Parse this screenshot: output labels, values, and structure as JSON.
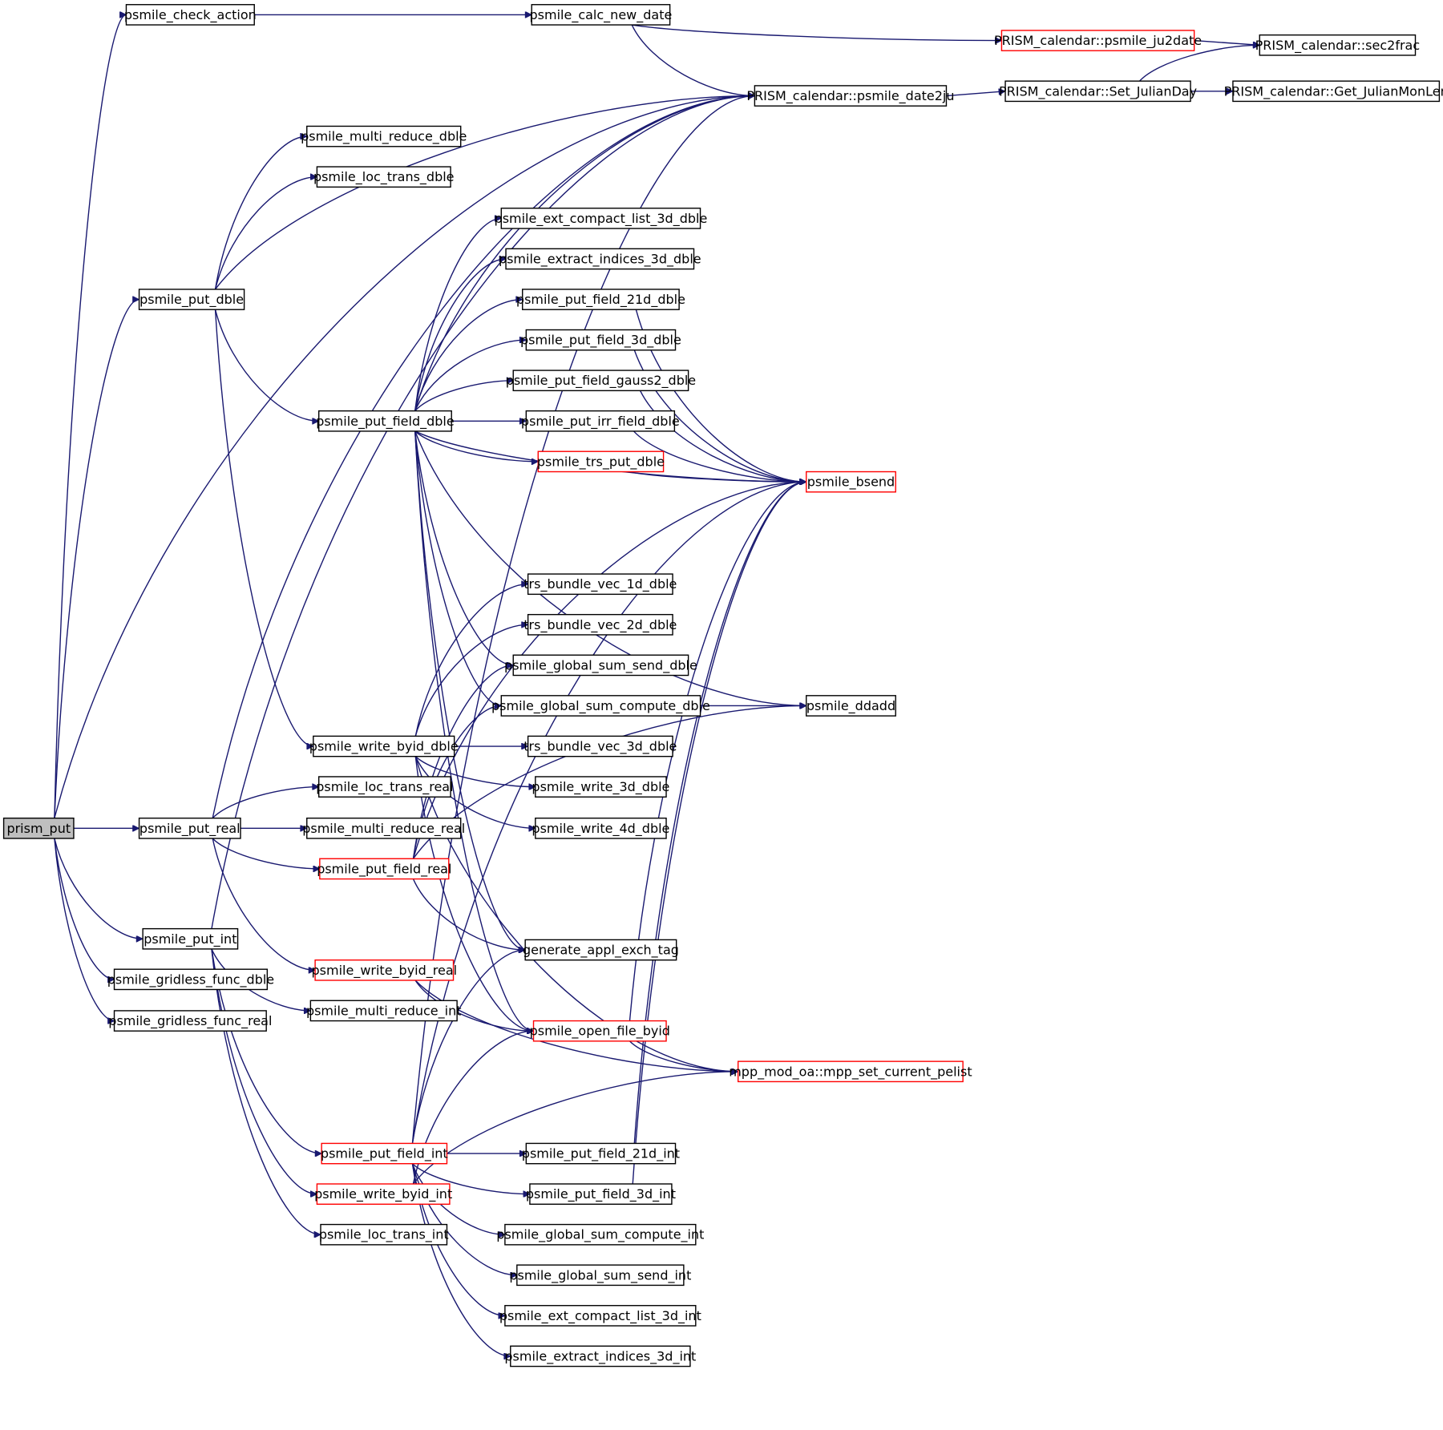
{
  "colors": {
    "edge": "#191970",
    "node_border": "#000000",
    "incomplete_border": "#ff0000",
    "highlight_fill": "#bfbfbf"
  },
  "graph": {
    "nodes": [
      {
        "id": "prism_put",
        "label": "prism_put",
        "style": "highlight"
      },
      {
        "id": "psmile_check_action",
        "label": "psmile_check_action",
        "style": "normal"
      },
      {
        "id": "psmile_calc_new_date",
        "label": "psmile_calc_new_date",
        "style": "normal"
      },
      {
        "id": "psmile_ju2date",
        "label": "PRISM_calendar::psmile_ju2date",
        "style": "incomplete"
      },
      {
        "id": "sec2frac",
        "label": "PRISM_calendar::sec2frac",
        "style": "normal"
      },
      {
        "id": "psmile_date2ju",
        "label": "PRISM_calendar::psmile_date2ju",
        "style": "normal"
      },
      {
        "id": "set_julianday",
        "label": "PRISM_calendar::Set_JulianDay",
        "style": "normal"
      },
      {
        "id": "get_julianmonlen",
        "label": "PRISM_calendar::Get_JulianMonLen",
        "style": "normal"
      },
      {
        "id": "psmile_multi_reduce_dble",
        "label": "psmile_multi_reduce_dble",
        "style": "normal"
      },
      {
        "id": "psmile_loc_trans_dble",
        "label": "psmile_loc_trans_dble",
        "style": "normal"
      },
      {
        "id": "psmile_ext_compact_list_3d_dble",
        "label": "psmile_ext_compact_list_3d_dble",
        "style": "normal"
      },
      {
        "id": "psmile_extract_indices_3d_dble",
        "label": "psmile_extract_indices_3d_dble",
        "style": "normal"
      },
      {
        "id": "psmile_put_dble",
        "label": "psmile_put_dble",
        "style": "normal"
      },
      {
        "id": "psmile_put_field_21d_dble",
        "label": "psmile_put_field_21d_dble",
        "style": "normal"
      },
      {
        "id": "psmile_put_field_3d_dble",
        "label": "psmile_put_field_3d_dble",
        "style": "normal"
      },
      {
        "id": "psmile_put_field_gauss2_dble",
        "label": "psmile_put_field_gauss2_dble",
        "style": "normal"
      },
      {
        "id": "psmile_put_field_dble",
        "label": "psmile_put_field_dble",
        "style": "normal"
      },
      {
        "id": "psmile_put_irr_field_dble",
        "label": "psmile_put_irr_field_dble",
        "style": "normal"
      },
      {
        "id": "psmile_trs_put_dble",
        "label": "psmile_trs_put_dble",
        "style": "incomplete"
      },
      {
        "id": "psmile_bsend",
        "label": "psmile_bsend",
        "style": "incomplete"
      },
      {
        "id": "trs_bundle_vec_1d_dble",
        "label": "trs_bundle_vec_1d_dble",
        "style": "normal"
      },
      {
        "id": "trs_bundle_vec_2d_dble",
        "label": "trs_bundle_vec_2d_dble",
        "style": "normal"
      },
      {
        "id": "psmile_global_sum_send_dble",
        "label": "psmile_global_sum_send_dble",
        "style": "normal"
      },
      {
        "id": "psmile_global_sum_compute_dble",
        "label": "psmile_global_sum_compute_dble",
        "style": "normal"
      },
      {
        "id": "psmile_ddadd",
        "label": "psmile_ddadd",
        "style": "normal"
      },
      {
        "id": "psmile_write_byid_dble",
        "label": "psmile_write_byid_dble",
        "style": "normal"
      },
      {
        "id": "trs_bundle_vec_3d_dble",
        "label": "trs_bundle_vec_3d_dble",
        "style": "normal"
      },
      {
        "id": "psmile_loc_trans_real",
        "label": "psmile_loc_trans_real",
        "style": "normal"
      },
      {
        "id": "psmile_write_3d_dble",
        "label": "psmile_write_3d_dble",
        "style": "normal"
      },
      {
        "id": "psmile_put_real",
        "label": "psmile_put_real",
        "style": "normal"
      },
      {
        "id": "psmile_multi_reduce_real",
        "label": "psmile_multi_reduce_real",
        "style": "normal"
      },
      {
        "id": "psmile_write_4d_dble",
        "label": "psmile_write_4d_dble",
        "style": "normal"
      },
      {
        "id": "psmile_put_field_real",
        "label": "psmile_put_field_real",
        "style": "incomplete"
      },
      {
        "id": "psmile_put_int",
        "label": "psmile_put_int",
        "style": "normal"
      },
      {
        "id": "generate_appl_exch_tag",
        "label": "generate_appl_exch_tag",
        "style": "normal"
      },
      {
        "id": "psmile_gridless_func_dble",
        "label": "psmile_gridless_func_dble",
        "style": "normal"
      },
      {
        "id": "psmile_write_byid_real",
        "label": "psmile_write_byid_real",
        "style": "incomplete"
      },
      {
        "id": "psmile_gridless_func_real",
        "label": "psmile_gridless_func_real",
        "style": "normal"
      },
      {
        "id": "psmile_multi_reduce_int",
        "label": "psmile_multi_reduce_int",
        "style": "normal"
      },
      {
        "id": "psmile_open_file_byid",
        "label": "psmile_open_file_byid",
        "style": "incomplete"
      },
      {
        "id": "mpp_set_current_pelist",
        "label": "mpp_mod_oa::mpp_set_current_pelist",
        "style": "incomplete"
      },
      {
        "id": "psmile_put_field_int",
        "label": "psmile_put_field_int",
        "style": "incomplete"
      },
      {
        "id": "psmile_put_field_21d_int",
        "label": "psmile_put_field_21d_int",
        "style": "normal"
      },
      {
        "id": "psmile_write_byid_int",
        "label": "psmile_write_byid_int",
        "style": "incomplete"
      },
      {
        "id": "psmile_put_field_3d_int",
        "label": "psmile_put_field_3d_int",
        "style": "normal"
      },
      {
        "id": "psmile_loc_trans_int",
        "label": "psmile_loc_trans_int",
        "style": "normal"
      },
      {
        "id": "psmile_global_sum_compute_int",
        "label": "psmile_global_sum_compute_int",
        "style": "normal"
      },
      {
        "id": "psmile_global_sum_send_int",
        "label": "psmile_global_sum_send_int",
        "style": "normal"
      },
      {
        "id": "psmile_ext_compact_list_3d_int",
        "label": "psmile_ext_compact_list_3d_int",
        "style": "normal"
      },
      {
        "id": "psmile_extract_indices_3d_int",
        "label": "psmile_extract_indices_3d_int",
        "style": "normal"
      }
    ],
    "edges": [
      [
        "prism_put",
        "psmile_check_action"
      ],
      [
        "prism_put",
        "psmile_date2ju"
      ],
      [
        "prism_put",
        "psmile_put_dble"
      ],
      [
        "prism_put",
        "psmile_put_real"
      ],
      [
        "prism_put",
        "psmile_put_int"
      ],
      [
        "prism_put",
        "psmile_gridless_func_dble"
      ],
      [
        "prism_put",
        "psmile_gridless_func_real"
      ],
      [
        "psmile_check_action",
        "psmile_calc_new_date"
      ],
      [
        "psmile_calc_new_date",
        "psmile_ju2date"
      ],
      [
        "psmile_calc_new_date",
        "psmile_date2ju"
      ],
      [
        "psmile_ju2date",
        "sec2frac"
      ],
      [
        "psmile_date2ju",
        "set_julianday"
      ],
      [
        "set_julianday",
        "sec2frac"
      ],
      [
        "set_julianday",
        "get_julianmonlen"
      ],
      [
        "psmile_put_dble",
        "psmile_date2ju"
      ],
      [
        "psmile_put_dble",
        "psmile_multi_reduce_dble"
      ],
      [
        "psmile_put_dble",
        "psmile_loc_trans_dble"
      ],
      [
        "psmile_put_dble",
        "psmile_put_field_dble"
      ],
      [
        "psmile_put_dble",
        "psmile_write_byid_dble"
      ],
      [
        "psmile_put_field_dble",
        "psmile_date2ju"
      ],
      [
        "psmile_put_field_dble",
        "psmile_ext_compact_list_3d_dble"
      ],
      [
        "psmile_put_field_dble",
        "psmile_extract_indices_3d_dble"
      ],
      [
        "psmile_put_field_dble",
        "psmile_put_field_21d_dble"
      ],
      [
        "psmile_put_field_dble",
        "psmile_put_field_3d_dble"
      ],
      [
        "psmile_put_field_dble",
        "psmile_put_field_gauss2_dble"
      ],
      [
        "psmile_put_field_dble",
        "psmile_put_irr_field_dble"
      ],
      [
        "psmile_put_field_dble",
        "psmile_trs_put_dble"
      ],
      [
        "psmile_put_field_dble",
        "psmile_bsend"
      ],
      [
        "psmile_put_field_dble",
        "psmile_ddadd"
      ],
      [
        "psmile_put_field_dble",
        "psmile_global_sum_send_dble"
      ],
      [
        "psmile_put_field_dble",
        "psmile_global_sum_compute_dble"
      ],
      [
        "psmile_put_field_dble",
        "generate_appl_exch_tag"
      ],
      [
        "psmile_put_field_dble",
        "psmile_open_file_byid"
      ],
      [
        "psmile_put_field_21d_dble",
        "psmile_bsend"
      ],
      [
        "psmile_put_field_3d_dble",
        "psmile_bsend"
      ],
      [
        "psmile_put_field_gauss2_dble",
        "psmile_bsend"
      ],
      [
        "psmile_put_irr_field_dble",
        "psmile_bsend"
      ],
      [
        "psmile_trs_put_dble",
        "psmile_bsend"
      ],
      [
        "psmile_global_sum_compute_dble",
        "psmile_ddadd"
      ],
      [
        "psmile_write_byid_dble",
        "trs_bundle_vec_1d_dble"
      ],
      [
        "psmile_write_byid_dble",
        "trs_bundle_vec_2d_dble"
      ],
      [
        "psmile_write_byid_dble",
        "trs_bundle_vec_3d_dble"
      ],
      [
        "psmile_write_byid_dble",
        "psmile_write_3d_dble"
      ],
      [
        "psmile_write_byid_dble",
        "psmile_write_4d_dble"
      ],
      [
        "psmile_write_byid_dble",
        "psmile_open_file_byid"
      ],
      [
        "psmile_write_byid_dble",
        "mpp_set_current_pelist"
      ],
      [
        "psmile_put_real",
        "psmile_date2ju"
      ],
      [
        "psmile_put_real",
        "psmile_loc_trans_real"
      ],
      [
        "psmile_put_real",
        "psmile_multi_reduce_real"
      ],
      [
        "psmile_put_real",
        "psmile_put_field_real"
      ],
      [
        "psmile_put_real",
        "psmile_write_byid_real"
      ],
      [
        "psmile_put_field_real",
        "psmile_global_sum_send_dble"
      ],
      [
        "psmile_put_field_real",
        "psmile_global_sum_compute_dble"
      ],
      [
        "psmile_put_field_real",
        "psmile_bsend"
      ],
      [
        "psmile_put_field_real",
        "generate_appl_exch_tag"
      ],
      [
        "psmile_put_field_real",
        "psmile_ddadd"
      ],
      [
        "psmile_write_byid_real",
        "psmile_open_file_byid"
      ],
      [
        "psmile_write_byid_real",
        "mpp_set_current_pelist"
      ],
      [
        "psmile_put_int",
        "psmile_date2ju"
      ],
      [
        "psmile_put_int",
        "psmile_multi_reduce_int"
      ],
      [
        "psmile_put_int",
        "psmile_put_field_int"
      ],
      [
        "psmile_put_int",
        "psmile_write_byid_int"
      ],
      [
        "psmile_put_int",
        "psmile_loc_trans_int"
      ],
      [
        "psmile_open_file_byid",
        "psmile_bsend"
      ],
      [
        "psmile_open_file_byid",
        "mpp_set_current_pelist"
      ],
      [
        "psmile_put_field_int",
        "psmile_date2ju"
      ],
      [
        "psmile_put_field_int",
        "generate_appl_exch_tag"
      ],
      [
        "psmile_put_field_int",
        "psmile_put_field_21d_int"
      ],
      [
        "psmile_put_field_int",
        "psmile_put_field_3d_int"
      ],
      [
        "psmile_put_field_int",
        "psmile_bsend"
      ],
      [
        "psmile_put_field_int",
        "psmile_global_sum_compute_int"
      ],
      [
        "psmile_put_field_int",
        "psmile_global_sum_send_int"
      ],
      [
        "psmile_put_field_int",
        "psmile_ext_compact_list_3d_int"
      ],
      [
        "psmile_put_field_int",
        "psmile_extract_indices_3d_int"
      ],
      [
        "psmile_put_field_21d_int",
        "psmile_bsend"
      ],
      [
        "psmile_put_field_3d_int",
        "psmile_bsend"
      ],
      [
        "psmile_write_byid_int",
        "psmile_open_file_byid"
      ],
      [
        "psmile_write_byid_int",
        "mpp_set_current_pelist"
      ]
    ]
  }
}
